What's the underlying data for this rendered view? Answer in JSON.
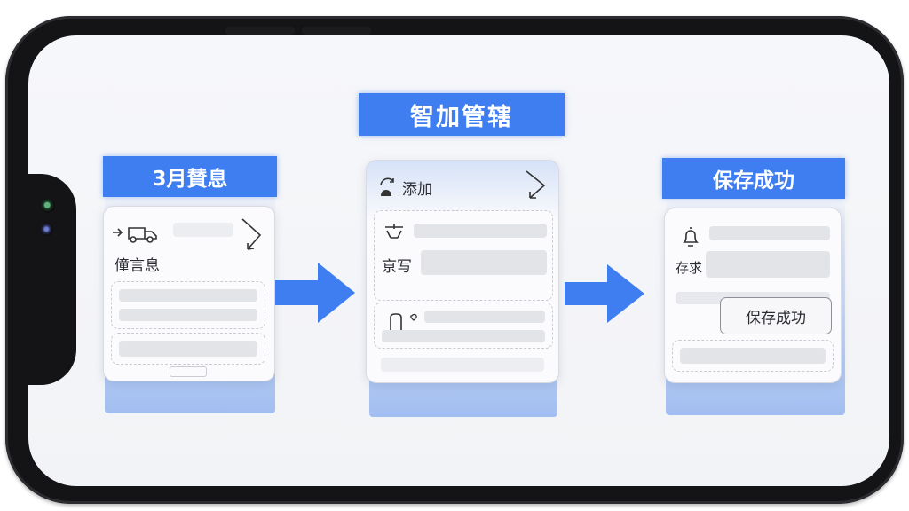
{
  "main_title": "智加管辖",
  "steps": [
    {
      "banner": "3月賛息",
      "label": "僮言息"
    },
    {
      "header": "添加",
      "label": "亰写"
    },
    {
      "banner": "保存成功",
      "label": "存求",
      "button": "保存成功"
    }
  ],
  "colors": {
    "accent": "#3f7ef0",
    "frame": "#141416",
    "screen": "#f4f5f8"
  }
}
